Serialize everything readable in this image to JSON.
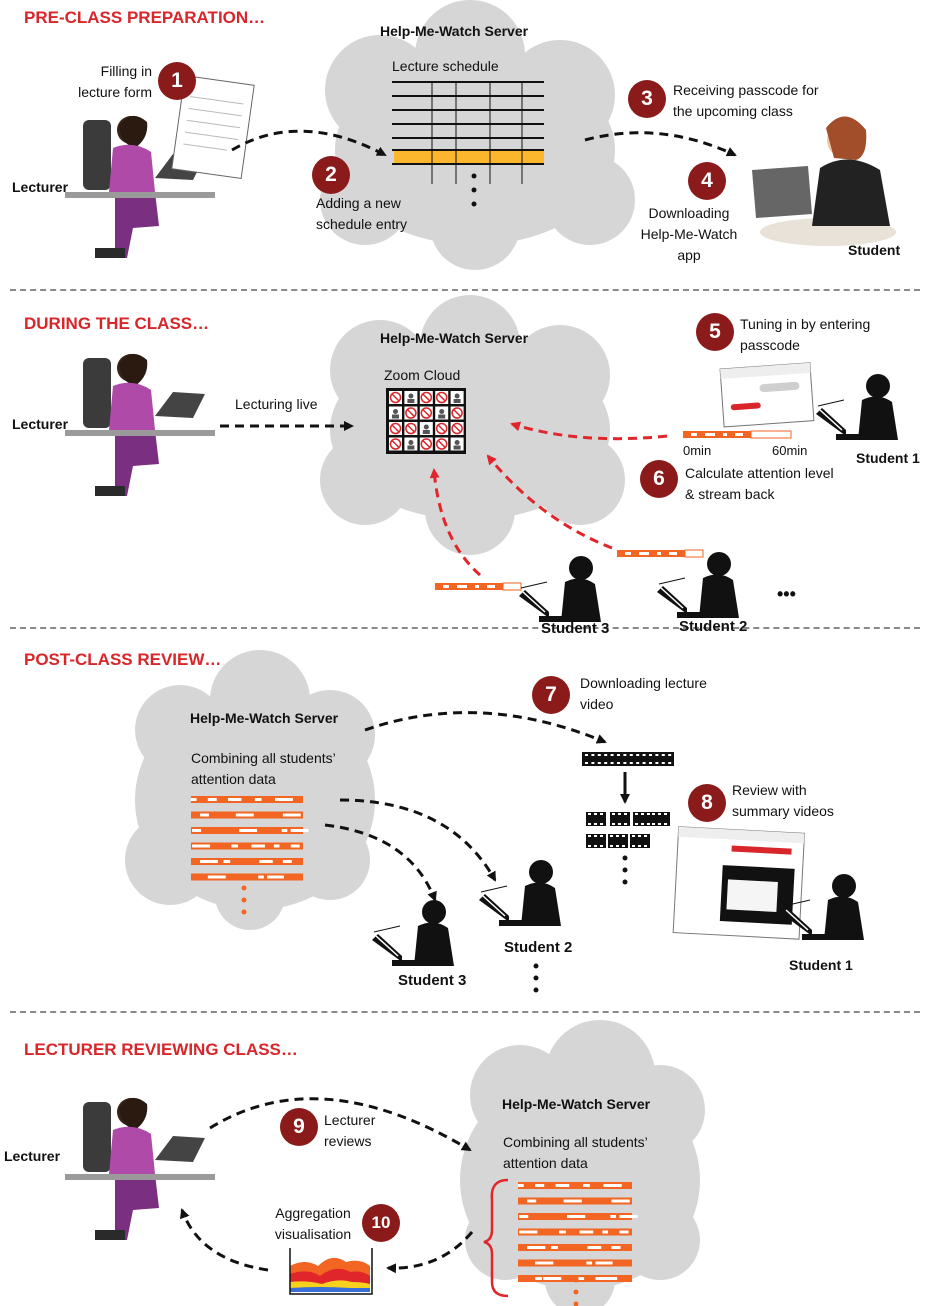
{
  "sections": {
    "pre_class": "PRE-CLASS PREPARATION…",
    "during": "DURING THE CLASS…",
    "post": "POST-CLASS REVIEW…",
    "lecturer_review": "LECTURER REVIEWING CLASS…"
  },
  "server_name": "Help-Me-Watch Server",
  "pre": {
    "step1": "Filling in\nlecture form",
    "step2": "Adding a new\nschedule entry",
    "step3": "Receiving passcode for\nthe upcoming class",
    "step4": "Downloading\nHelp-Me-Watch\napp",
    "schedule": "Lecture schedule",
    "lecturer": "Lecturer",
    "student": "Student"
  },
  "during": {
    "zoom": "Zoom Cloud",
    "lecturing": "Lecturing live",
    "step5": "Tuning in by entering\npasscode",
    "step6": "Calculate attention level\n& stream back",
    "min0": "0min",
    "min60": "60min",
    "lecturer": "Lecturer",
    "student1": "Student 1",
    "student2": "Student 2",
    "student3": "Student 3",
    "ellipsis": "•••"
  },
  "post": {
    "combining": "Combining all students’\nattention data",
    "step7": "Downloading lecture\nvideo",
    "step8": "Review with\nsummary videos",
    "student1": "Student 1",
    "student2": "Student 2",
    "student3": "Student 3"
  },
  "review": {
    "lecturer": "Lecturer",
    "step9": "Lecturer\nreviews",
    "step10": "Aggregation\nvisualisation",
    "combining": "Combining all students’\nattention data"
  },
  "badges": [
    "1",
    "2",
    "3",
    "4",
    "5",
    "6",
    "7",
    "8",
    "9",
    "10"
  ],
  "colors": {
    "accent": "#d8262a",
    "badge": "#8b1a1a",
    "attention": "#f26522",
    "cloud": "#d6d6d6",
    "highlight": "#fbb62d"
  }
}
